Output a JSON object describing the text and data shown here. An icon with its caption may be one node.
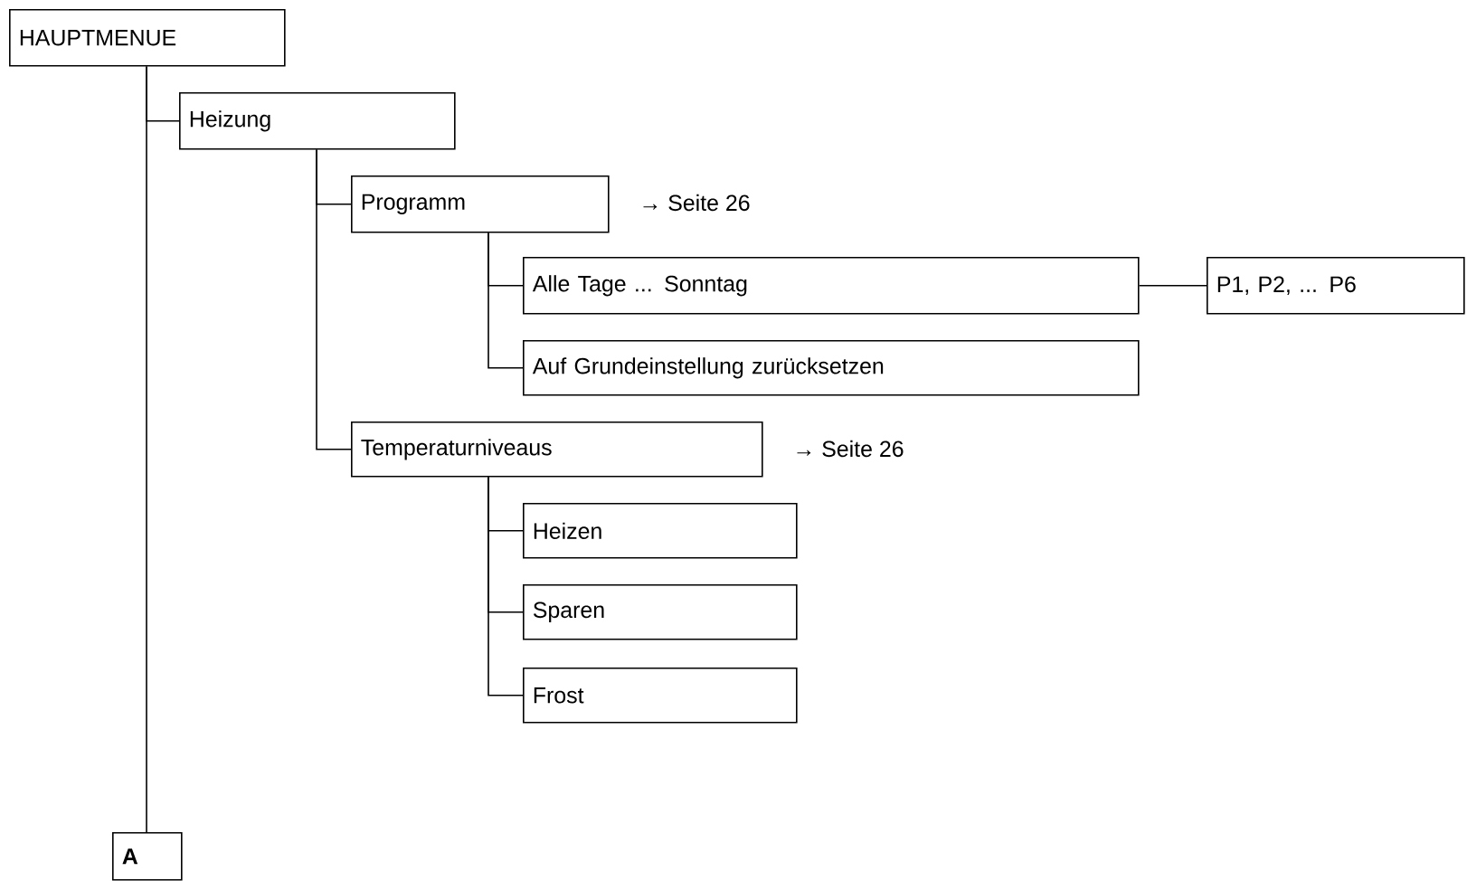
{
  "diagram": {
    "nodes": [
      {
        "text": [
          "HAUPTMENUE"
        ]
      },
      {
        "text": [
          "Heizung"
        ]
      },
      {
        "text": [
          "Programm"
        ],
        "beside": [
          "→ Seite 26"
        ]
      },
      {
        "text": [
          "Alle Tage ... Sonntag"
        ]
      },
      {
        "text": [
          "P1, P2, ... P6"
        ]
      },
      {
        "text": [
          "Auf Grundeinstellung zurücksetzen"
        ]
      },
      {
        "text": [
          "Temperaturniveaus"
        ],
        "beside": [
          "→ Seite 26"
        ]
      },
      {
        "text": [
          "Heizen"
        ]
      },
      {
        "text": [
          "Sparen"
        ]
      },
      {
        "text": [
          "Frost"
        ]
      },
      {
        "text": [
          "A"
        ]
      }
    ],
    "edges": [
      {
        "from": 0,
        "to": 1,
        "arrow": "none"
      },
      {
        "from": 0,
        "to": 10,
        "arrow": "none"
      },
      {
        "from": 1,
        "to": 2,
        "arrow": "none"
      },
      {
        "from": 1,
        "to": 6,
        "arrow": "none"
      },
      {
        "from": 2,
        "to": 3,
        "arrow": "none"
      },
      {
        "from": 2,
        "to": 5,
        "arrow": "none"
      },
      {
        "from": 3,
        "to": 4,
        "arrow": "none"
      },
      {
        "from": 6,
        "to": 7,
        "arrow": "none"
      },
      {
        "from": 6,
        "to": 8,
        "arrow": "none"
      },
      {
        "from": 6,
        "to": 9,
        "arrow": "none"
      }
    ]
  }
}
